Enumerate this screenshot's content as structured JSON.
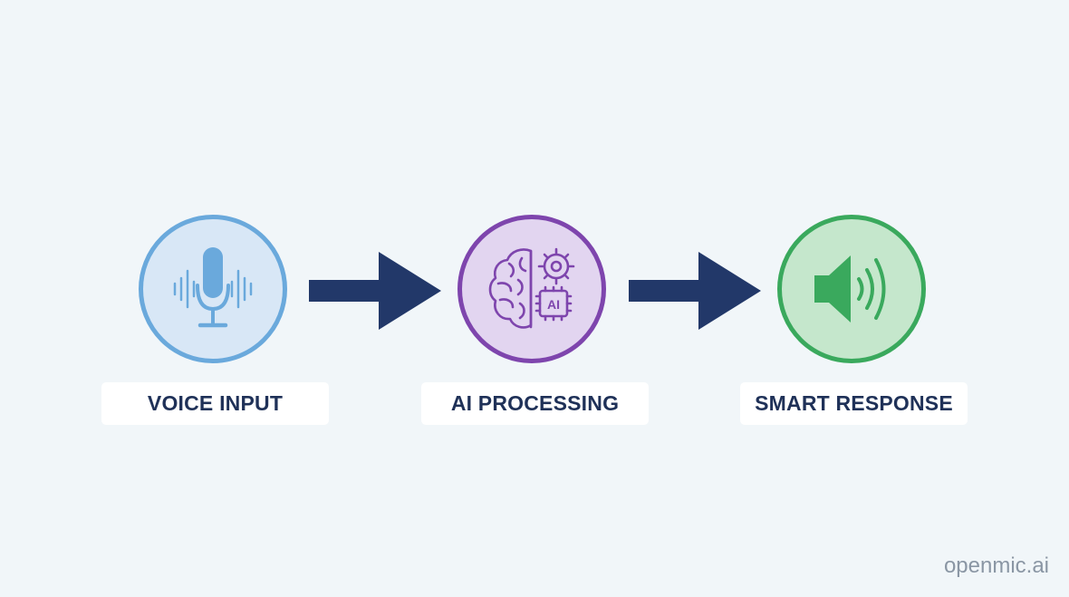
{
  "steps": [
    {
      "label": "VOICE INPUT",
      "icon": "microphone-icon",
      "fill": "#d8e7f6",
      "stroke": "#6aa9dc"
    },
    {
      "label": "AI PROCESSING",
      "icon": "brain-ai-icon",
      "fill": "#e2d5f0",
      "stroke": "#7e45ad"
    },
    {
      "label": "SMART RESPONSE",
      "icon": "speaker-icon",
      "fill": "#c5e7cc",
      "stroke": "#3aa95d"
    }
  ],
  "arrow_color": "#223869",
  "brand": "openmic.ai"
}
